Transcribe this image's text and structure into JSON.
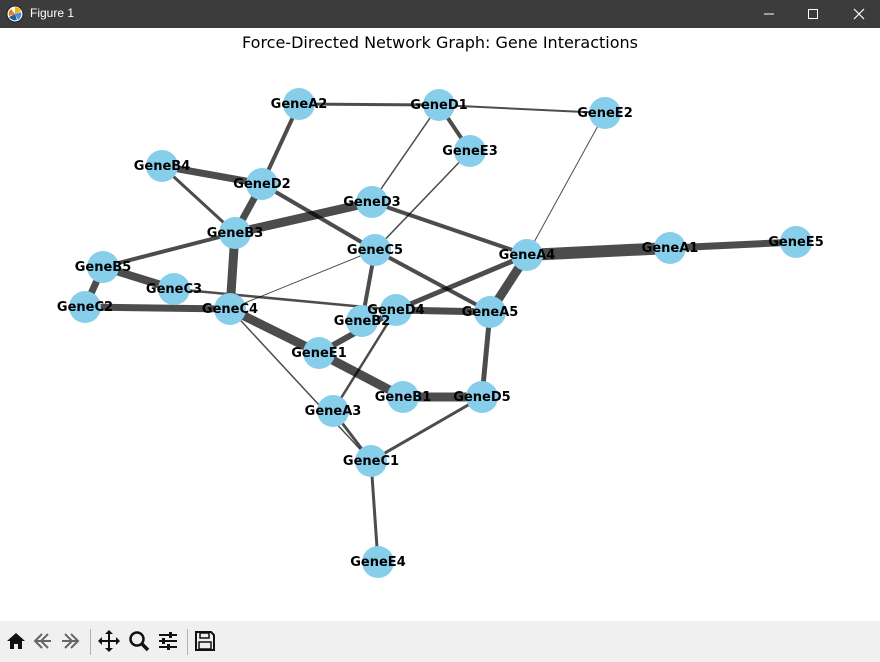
{
  "window": {
    "title": "Figure 1"
  },
  "figure": {
    "title": "Force-Directed Network Graph: Gene Interactions"
  },
  "colors": {
    "node": "#87ceeb",
    "edge": "#000000",
    "titlebar": "#3c3c3c",
    "toolbar": "#f0f0f0"
  },
  "toolbar": {
    "icons": [
      "home-icon",
      "back-arrow-icon",
      "forward-arrow-icon",
      "pan-icon",
      "zoom-icon",
      "configure-subplots-icon",
      "save-icon"
    ]
  },
  "nodes": [
    "GeneA2",
    "GeneD1",
    "GeneE2",
    "GeneE3",
    "GeneB4",
    "GeneD2",
    "GeneD3",
    "GeneB3",
    "GeneC5",
    "GeneA4",
    "GeneA1",
    "GeneE5",
    "GeneB5",
    "GeneC3",
    "GeneC2",
    "GeneC4",
    "GeneD4",
    "GeneA5",
    "GeneB2",
    "GeneE1",
    "GeneB1",
    "GeneD5",
    "GeneA3",
    "GeneC1",
    "GeneE4"
  ],
  "edges": [
    {
      "source": "GeneA2",
      "target": "GeneD1",
      "weight": 3
    },
    {
      "source": "GeneD1",
      "target": "GeneE2",
      "weight": 2
    },
    {
      "source": "GeneD1",
      "target": "GeneE3",
      "weight": 4
    },
    {
      "source": "GeneD1",
      "target": "GeneD3",
      "weight": 1.5
    },
    {
      "source": "GeneE3",
      "target": "GeneC5",
      "weight": 1.5
    },
    {
      "source": "GeneE2",
      "target": "GeneA4",
      "weight": 1
    },
    {
      "source": "GeneA2",
      "target": "GeneD2",
      "weight": 4
    },
    {
      "source": "GeneB4",
      "target": "GeneD2",
      "weight": 7
    },
    {
      "source": "GeneB4",
      "target": "GeneB3",
      "weight": 3
    },
    {
      "source": "GeneD2",
      "target": "GeneB3",
      "weight": 7
    },
    {
      "source": "GeneD2",
      "target": "GeneC5",
      "weight": 4
    },
    {
      "source": "GeneD3",
      "target": "GeneB3",
      "weight": 9
    },
    {
      "source": "GeneD3",
      "target": "GeneA4",
      "weight": 4
    },
    {
      "source": "GeneB3",
      "target": "GeneB5",
      "weight": 4
    },
    {
      "source": "GeneB3",
      "target": "GeneC4",
      "weight": 9
    },
    {
      "source": "GeneC5",
      "target": "GeneC4",
      "weight": 1
    },
    {
      "source": "GeneC5",
      "target": "GeneB2",
      "weight": 4
    },
    {
      "source": "GeneC5",
      "target": "GeneA5",
      "weight": 4
    },
    {
      "source": "GeneA4",
      "target": "GeneA1",
      "weight": 12
    },
    {
      "source": "GeneA1",
      "target": "GeneE5",
      "weight": 7
    },
    {
      "source": "GeneA4",
      "target": "GeneD4",
      "weight": 5
    },
    {
      "source": "GeneA4",
      "target": "GeneA5",
      "weight": 9
    },
    {
      "source": "GeneB5",
      "target": "GeneC3",
      "weight": 8
    },
    {
      "source": "GeneB5",
      "target": "GeneC2",
      "weight": 7
    },
    {
      "source": "GeneC3",
      "target": "GeneD4",
      "weight": 2.5
    },
    {
      "source": "GeneC2",
      "target": "GeneC4",
      "weight": 7
    },
    {
      "source": "GeneC4",
      "target": "GeneE1",
      "weight": 9
    },
    {
      "source": "GeneC4",
      "target": "GeneC1",
      "weight": 1.5
    },
    {
      "source": "GeneD4",
      "target": "GeneA5",
      "weight": 7
    },
    {
      "source": "GeneD4",
      "target": "GeneE1",
      "weight": 6
    },
    {
      "source": "GeneD4",
      "target": "GeneA3",
      "weight": 2.5
    },
    {
      "source": "GeneE1",
      "target": "GeneB1",
      "weight": 9
    },
    {
      "source": "GeneB1",
      "target": "GeneD5",
      "weight": 9
    },
    {
      "source": "GeneA5",
      "target": "GeneD5",
      "weight": 5
    },
    {
      "source": "GeneD5",
      "target": "GeneC1",
      "weight": 3
    },
    {
      "source": "GeneA3",
      "target": "GeneC1",
      "weight": 3
    },
    {
      "source": "GeneC1",
      "target": "GeneE4",
      "weight": 3
    }
  ]
}
